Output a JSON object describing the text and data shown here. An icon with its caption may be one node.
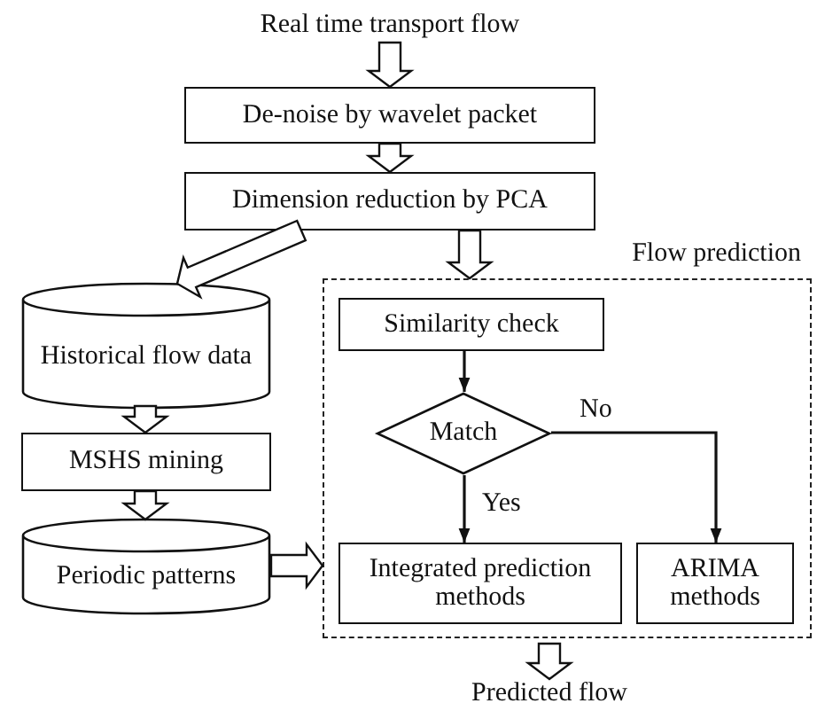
{
  "diagram": {
    "nodes": [
      {
        "text": [
          "Real time transport flow"
        ]
      },
      {
        "text": [
          "De-noise by wavelet packet"
        ]
      },
      {
        "text": [
          "Dimension reduction by PCA"
        ]
      },
      {
        "text": [
          "Flow prediction"
        ]
      },
      {
        "text": [
          "Historical flow data"
        ]
      },
      {
        "text": [
          "MSHS mining"
        ]
      },
      {
        "text": [
          "Periodic patterns"
        ]
      },
      {
        "text": [
          "Similarity check"
        ],
        "in": 3
      },
      {
        "text": [
          "Match"
        ],
        "in": 3
      },
      {
        "text": [
          "Integrated prediction methods"
        ],
        "in": 3
      },
      {
        "text": [
          "ARIMA methods"
        ],
        "in": 3
      },
      {
        "text": [
          "Predicted flow"
        ]
      }
    ],
    "edges": [
      {
        "from": 0,
        "to": 1,
        "arrow": "to",
        "style": "thick"
      },
      {
        "from": 1,
        "to": 2,
        "arrow": "to",
        "style": "thick"
      },
      {
        "from": 2,
        "to": 4,
        "arrow": "to",
        "style": "thick"
      },
      {
        "from": 2,
        "to": 3,
        "arrow": "to",
        "style": "thick"
      },
      {
        "from": 4,
        "to": 5,
        "arrow": "to",
        "style": "thick"
      },
      {
        "from": 5,
        "to": 6,
        "arrow": "to",
        "style": "thick"
      },
      {
        "from": 6,
        "to": 3,
        "arrow": "to",
        "style": "thick"
      },
      {
        "from": 7,
        "to": 8,
        "arrow": "to"
      },
      {
        "from": 8,
        "to": 9,
        "arrow": "to",
        "label": "Yes"
      },
      {
        "from": 8,
        "to": 10,
        "arrow": "to",
        "label": "No"
      },
      {
        "from": 3,
        "to": 11,
        "arrow": "to",
        "style": "thick"
      }
    ]
  }
}
